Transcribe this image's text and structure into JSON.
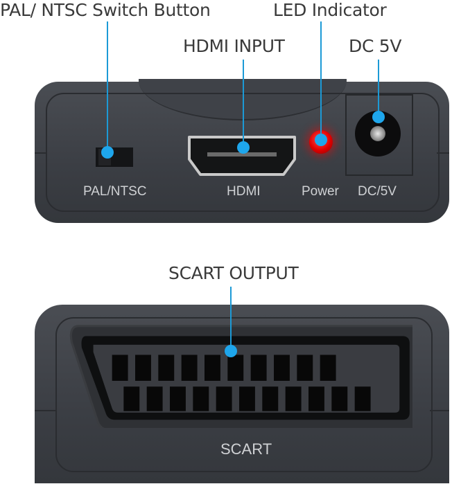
{
  "callouts": {
    "pal_ntsc": "PAL/ NTSC Switch Button",
    "led": "LED Indicator",
    "hdmi_input": "HDMI INPUT",
    "dc5v": "DC 5V",
    "scart_output": "SCART OUTPUT"
  },
  "front_panel": {
    "labels": {
      "pal_ntsc": "PAL/NTSC",
      "hdmi": "HDMI",
      "power": "Power",
      "dc": "DC/5V"
    }
  },
  "back_panel": {
    "labels": {
      "scart": "SCART"
    },
    "pins_top_row": 10,
    "pins_bottom_row": 11
  },
  "colors": {
    "callout_line": "#1c9ad6",
    "callout_dot": "#1ea6ec",
    "led_red": "#e00000",
    "device_body": "#3b3e44"
  }
}
